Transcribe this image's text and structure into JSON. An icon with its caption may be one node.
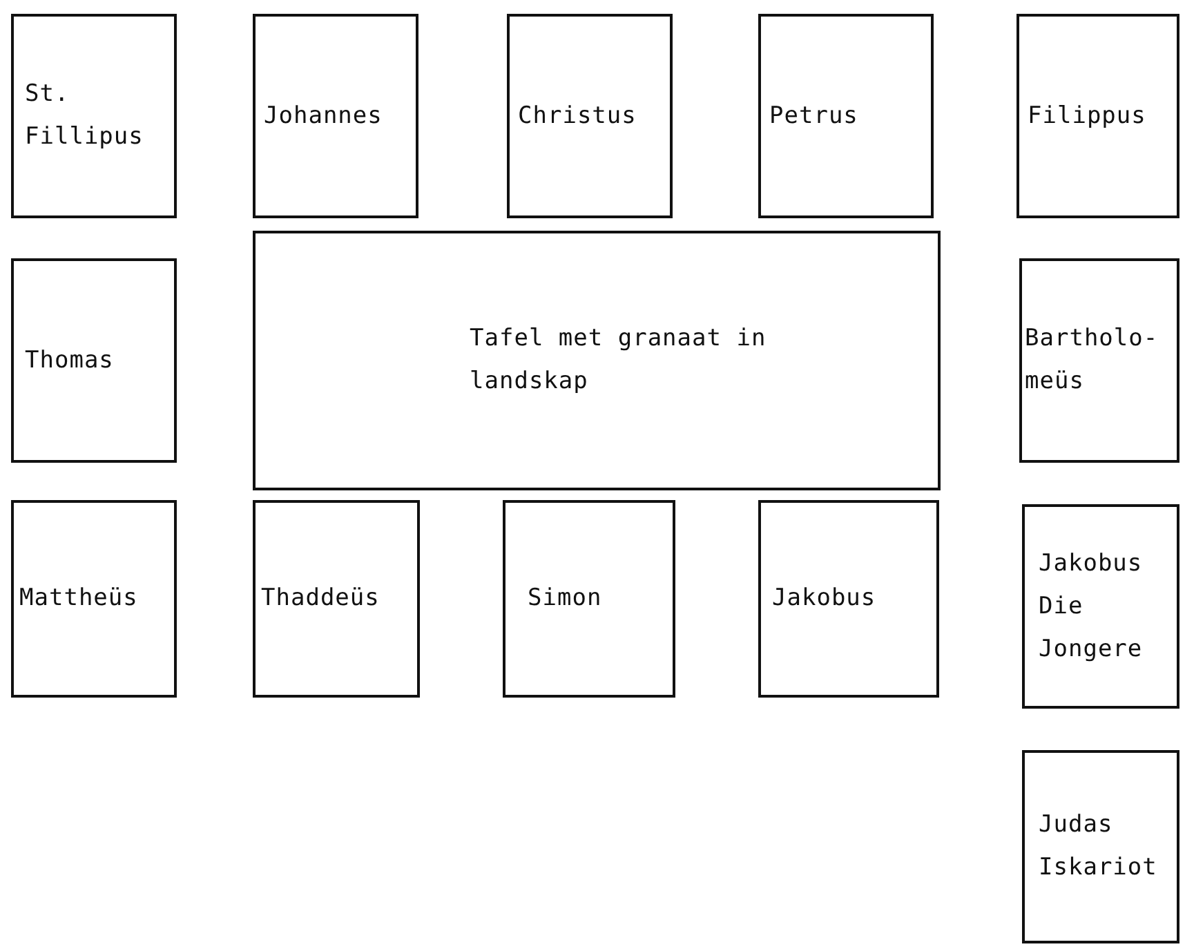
{
  "diagram": {
    "nodes": [
      {
        "text": [
          "St. Fillipus"
        ]
      },
      {
        "text": [
          "Johannes"
        ]
      },
      {
        "text": [
          "Christus"
        ]
      },
      {
        "text": [
          "Petrus"
        ]
      },
      {
        "text": [
          "Filippus"
        ]
      },
      {
        "text": [
          "Thomas"
        ]
      },
      {
        "text": [
          "Tafel met granaat in landskap"
        ]
      },
      {
        "text": [
          "Bartholo- meüs"
        ]
      },
      {
        "text": [
          "Mattheüs"
        ]
      },
      {
        "text": [
          "Thaddeüs"
        ]
      },
      {
        "text": [
          "Simon"
        ]
      },
      {
        "text": [
          "Jakobus"
        ]
      },
      {
        "text": [
          "Jakobus Die Jongere"
        ]
      },
      {
        "text": [
          "Judas Iskariot"
        ]
      }
    ]
  }
}
